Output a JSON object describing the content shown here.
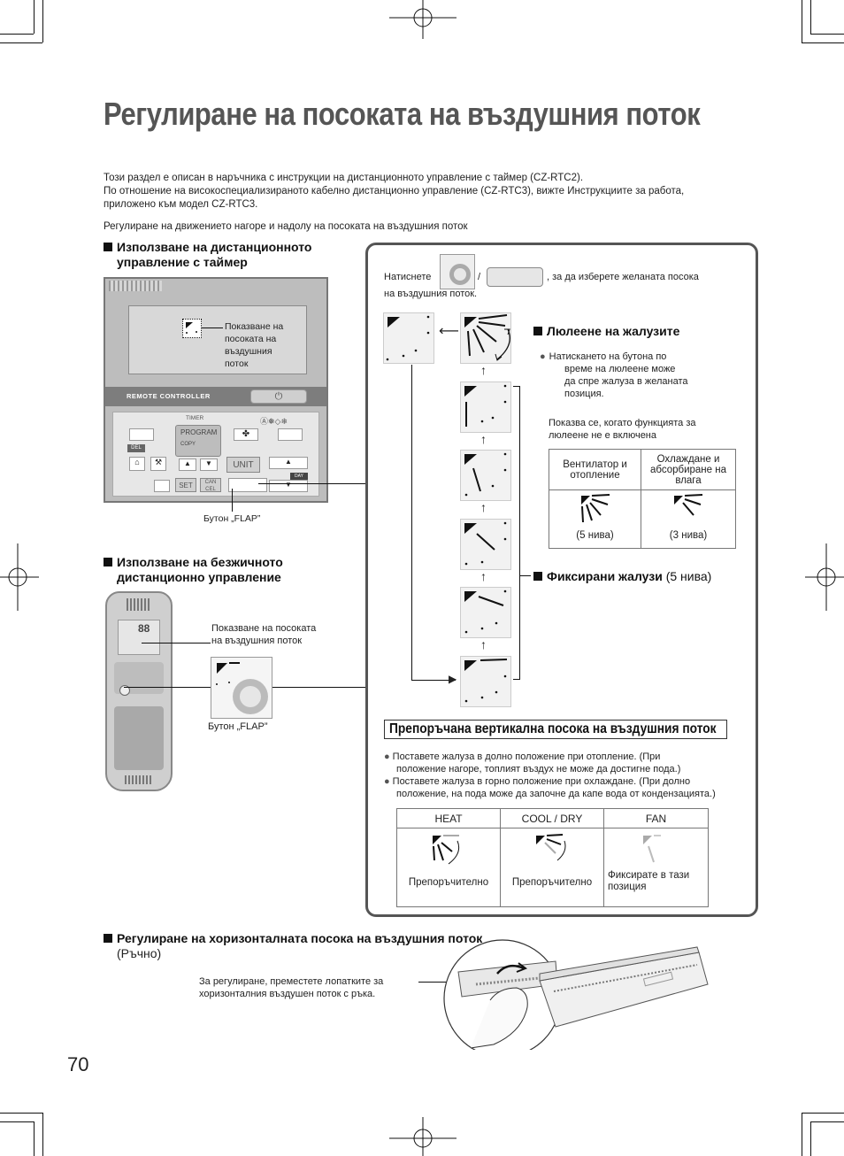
{
  "title": "Регулиране на посоката на въздушния поток",
  "intro": {
    "line1": "Този раздел е описан в наръчника с инструкции на дистанционното управление с таймер (CZ-RTC2).",
    "line2": "По отношение на високоспециализираното кабелно дистанционно управление (CZ-RTC3), вижте Инструкциите за работа,",
    "line3": "приложено към модел CZ-RTC3.",
    "subtitle": "Регулиране на движението нагоре и надолу на посоката на въздушния поток"
  },
  "timer_section": {
    "heading1": "Използване на дистанционното",
    "heading2": "управление с таймер",
    "indicator_label1": "Показване на",
    "indicator_label2": "посоката на",
    "indicator_label3": "въздушния",
    "indicator_label4": "поток",
    "remote_brand": "REMOTE CONTROLLER",
    "btn_timer": "TIMER",
    "btn_program": "PROGRAM",
    "btn_copy": "COPY",
    "btn_del": "DEL",
    "btn_unit": "UNIT",
    "btn_set": "SET",
    "btn_cancel": "CAN CEL",
    "btn_day": "DAY",
    "flap_caption": "Бутон „FLAP”"
  },
  "wireless_section": {
    "heading1": "Използване на безжичното",
    "heading2": "дистанционно управление",
    "indicator_label1": "Показване на посоката",
    "indicator_label2": "на въздушния поток",
    "flap_caption": "Бутон „FLAP”",
    "display_digits": "88"
  },
  "panel": {
    "press_text": "Натиснете",
    "slash": "/",
    "press_suffix": ", за да изберете желаната посока",
    "press_suffix2": "на въздушния поток.",
    "swing_heading": "Люлеене на жалузите",
    "swing_note1": "Натискането на бутона по",
    "swing_note2": "време на люлеене може",
    "swing_note3": "да спре жалуза в желаната",
    "swing_note4": "позиция.",
    "shown_note1": "Показва се, когато функцията за",
    "shown_note2": "люлеене не е включена",
    "table1": {
      "col1": "Вентилатор и отопление",
      "col2": "Охлаждане и абсорбиране на влага",
      "lvl1": "(5 нива)",
      "lvl2": "(3 нива)"
    },
    "fixed_heading": "Фиксирани жалузи",
    "fixed_levels": "(5 нива)",
    "recommend_heading": "Препоръчана вертикална посока на въздушния поток",
    "bullet1a": "Поставете жалуза в долно положение при отопление. (При",
    "bullet1b": "положение нагоре, топлият въздух не може да достигне пода.)",
    "bullet2a": "Поставете жалуза в горно положение при охлаждане. (При долно",
    "bullet2b": "положение, на пода може да започне да капе вода от кондензацията.)",
    "table2": {
      "heat": "HEAT",
      "cool": "COOL / DRY",
      "fan": "FAN",
      "rec1": "Препоръчително",
      "rec2": "Препоръчително",
      "fix": "Фиксирате в тази позиция"
    }
  },
  "horizontal_section": {
    "heading": "Регулиране на хоризонталната посока на въздушния поток",
    "manual": "(Ръчно)",
    "note1": "За регулиране, преместете лопатките за",
    "note2": "хоризонталния въздушен поток с ръка."
  },
  "page_number": "70"
}
